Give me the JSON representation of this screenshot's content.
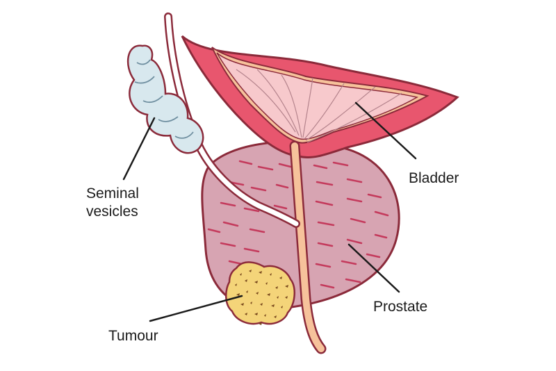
{
  "labels": {
    "bladder": "Bladder",
    "prostate": "Prostate",
    "tumour": "Tumour",
    "seminal_line1": "Seminal",
    "seminal_line2": "vesicles"
  },
  "colors": {
    "outline": "#8b2a3a",
    "bladder_wall": "#e8566e",
    "bladder_lining": "#f7c9cc",
    "prostate_fill": "#d7a4b2",
    "prostate_streaks": "#c43a5c",
    "urethra": "#f6c29b",
    "seminal_vesicle": "#d8e8ee",
    "tumour_fill": "#f4d479",
    "tumour_spots": "#7a4a1e",
    "leader_line": "#1a1a1a"
  }
}
